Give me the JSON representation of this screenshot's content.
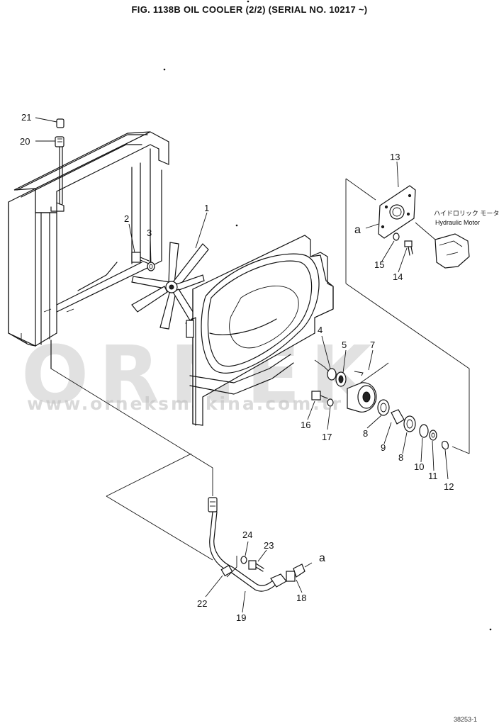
{
  "title": "FIG. 1138B   OIL COOLER (2/2) (SERIAL NO. 10217 ~)",
  "watermark": {
    "brand": "ORNEK",
    "url": "www.orneksmakina.com.tr"
  },
  "motor_label_jp": "ハイドロリック モータ",
  "motor_label_en": "Hydraulic Motor",
  "reference_letter": "a",
  "callouts": [
    "1",
    "2",
    "3",
    "4",
    "5",
    "7",
    "8",
    "9",
    "8",
    "10",
    "11",
    "12",
    "13",
    "14",
    "15",
    "16",
    "17",
    "18",
    "19",
    "20",
    "21",
    "22",
    "23",
    "24"
  ],
  "drawing_code": "38253-1"
}
